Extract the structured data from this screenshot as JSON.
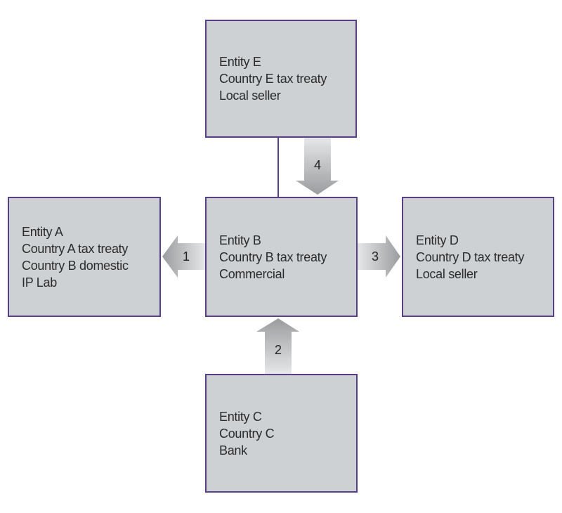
{
  "entities": {
    "e": {
      "lines": [
        "Entity E",
        "Country E tax treaty",
        "Local seller"
      ]
    },
    "a": {
      "lines": [
        "Entity A",
        "Country A tax treaty",
        "Country B domestic",
        "IP Lab"
      ]
    },
    "b": {
      "lines": [
        "Entity B",
        "Country B tax treaty",
        "Commercial"
      ]
    },
    "d": {
      "lines": [
        "Entity D",
        "Country D tax treaty",
        "Local seller"
      ]
    },
    "c": {
      "lines": [
        "Entity C",
        "Country C",
        "Bank"
      ]
    }
  },
  "flows": [
    {
      "label": "1",
      "from": "Entity B",
      "to": "Entity A"
    },
    {
      "label": "2",
      "from": "Entity C",
      "to": "Entity B"
    },
    {
      "label": "3",
      "from": "Entity B",
      "to": "Entity D"
    },
    {
      "label": "4",
      "from": "Entity E",
      "to": "Entity B"
    }
  ],
  "colors": {
    "box_fill": "#cdd1d4",
    "box_border": "#5a3f86",
    "arrow": "#a8aaad"
  }
}
